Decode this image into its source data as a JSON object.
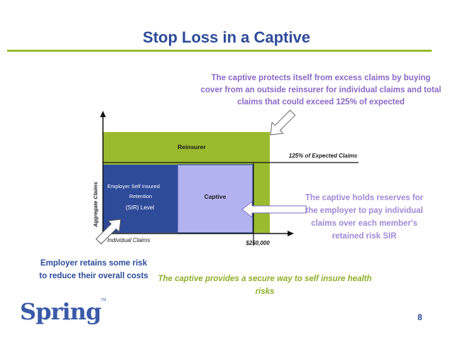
{
  "slide": {
    "title": "Stop Loss in a Captive",
    "page_number": "8"
  },
  "diagram": {
    "reinsurer_label": "Reinsurer",
    "threshold_label": "125% of Expected Claims",
    "sir_label_line1": "Employer Self Insured",
    "sir_label_line2": "Retention",
    "sir_label_line3": "(SIR) Level",
    "captive_label": "Captive",
    "y_axis_label": "Aggregate Claims",
    "x_axis_label": "Individual Claims",
    "x_threshold_label": "$250,000"
  },
  "callouts": {
    "top": "The captive protects itself from excess claims by buying cover from an outside reinsurer for individual claims and total claims that could exceed 125% of expected",
    "right": "The captive holds reserves for the employer to pay individual claims over each member's retained risk SIR",
    "left": "Employer retains some risk to reduce their overall costs",
    "bottom": "The captive provides a secure way to self insure health risks"
  },
  "logo": {
    "text_main": "Spring",
    "trademark": "TM"
  },
  "colors": {
    "title": "#2e4b9a",
    "reinsurer_green": "#9bbb2f",
    "sir_blue": "#2e4b9a",
    "captive_lavender": "#b2b2f0",
    "top_callout": "#8a68c6",
    "right_callout": "#9f8ad8",
    "bottom_callout": "#8fae2a"
  }
}
